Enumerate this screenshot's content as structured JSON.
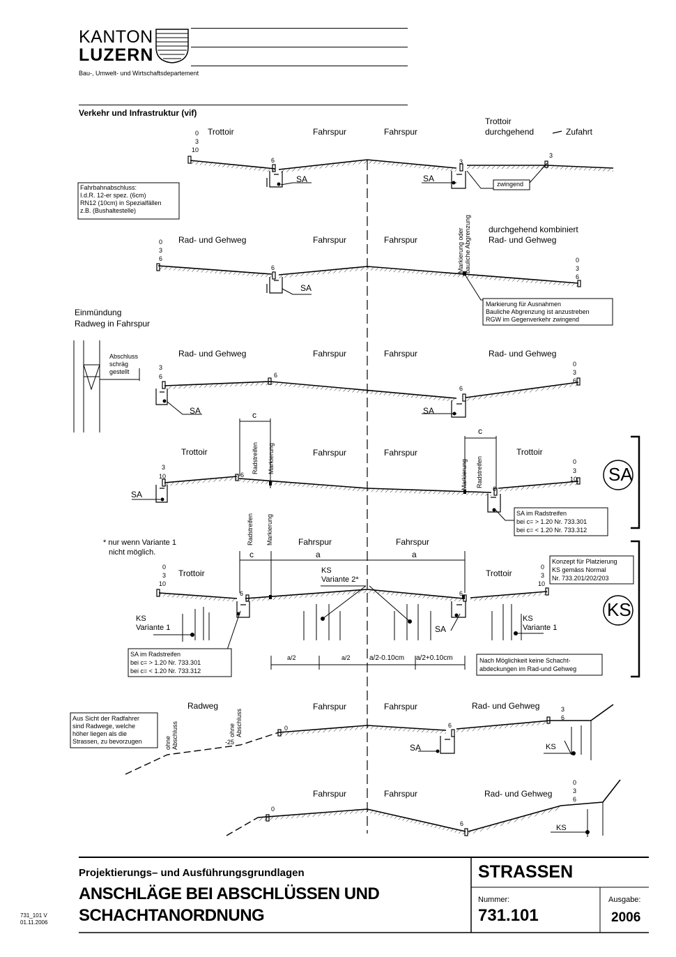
{
  "header": {
    "logo_line1": "KANTON",
    "logo_line2": "LUZERN",
    "department": "Bau-, Umwelt- und Wirtschaftsdepartement",
    "section": "Verkehr und Infrastruktur (vif)"
  },
  "labels": {
    "trottoir": "Trottoir",
    "fahrspur": "Fahrspur",
    "rad_gehweg": "Rad- und Gehweg",
    "radweg": "Radweg",
    "trottoir_durchgehend_1": "Trottoir",
    "trottoir_durchgehend_2": "durchgehend",
    "zufahrt": "Zufahrt",
    "durchgehend_kombiniert_1": "durchgehend kombiniert",
    "durchgehend_kombiniert_2": "Rad- und Gehweg",
    "einmuendung_1": "Einmündung",
    "einmuendung_2": "Radweg in Fahrspur",
    "abschluss_schraeg": [
      "Abschluss",
      "schräg",
      "gestellt"
    ],
    "sa": "SA",
    "ks": "KS",
    "ks_variante1": [
      "KS",
      "Variante 1"
    ],
    "ks_variante2": [
      "KS",
      "Variante 2*"
    ],
    "zwingend": "zwingend",
    "c": "c",
    "a": "a",
    "radstreifen": "Radstreifen",
    "markierung": "Markierung",
    "markierung_oder": [
      "Markierung oder",
      "bauliche Abgrenzung"
    ],
    "ohne_abschluss": [
      "ohne",
      "Abschluss"
    ],
    "footnote": [
      "* nur wenn Variante 1",
      "nicht möglich."
    ],
    "a_half": "a/2",
    "a_half_minus": "a/2-0.10cm",
    "a_half_plus": "a/2+0.10cm",
    "n0": "0",
    "n3": "3",
    "n6": "6",
    "n10": "10",
    "n25": "-25"
  },
  "notes": {
    "fahrbahnabschluss": [
      "Fahrbahnabschluss:",
      "I.d.R. 12-er spez. (6cm)",
      "RN12 (10cm) in Spezialfällen",
      "z.B. (Bushaltestelle)"
    ],
    "markierung_ausnahmen": [
      "Markierung für Ausnahmen",
      "Bauliche Abgrenzung ist anzustreben",
      "RGW im Gegenverkehr zwingend"
    ],
    "sa_radstreifen_a": [
      "SA im Radstreifen",
      "bei c= > 1.20 Nr. 733.301",
      "bei c= < 1.20 Nr. 733.312"
    ],
    "konzept": [
      "Konzept für Platzierung",
      "KS gemäss Normal",
      "Nr. 733.201/202/203"
    ],
    "nach_moeglichkeit": [
      "Nach Möglichkeit keine Schacht-",
      "abdeckungen im Rad-und Gehweg"
    ],
    "aus_sicht": [
      "Aus Sicht der Radfahrer",
      "sind Radwege, welche",
      "höher liegen als die",
      "Strassen, zu bevorzugen"
    ]
  },
  "side_marks": {
    "sa": "SA",
    "ks": "KS"
  },
  "footer": {
    "subtitle": "Projektierungs– und Ausführungsgrundlagen",
    "title_line1": "ANSCHLÄGE BEI ABSCHLÜSSEN UND",
    "title_line2": "SCHACHTANORDNUNG",
    "category": "STRASSEN",
    "number_label": "Nummer:",
    "number": "731.101",
    "edition_label": "Ausgabe:",
    "edition": "2006",
    "ref_line1": "731_101 V",
    "ref_line2": "01.11.2006"
  }
}
